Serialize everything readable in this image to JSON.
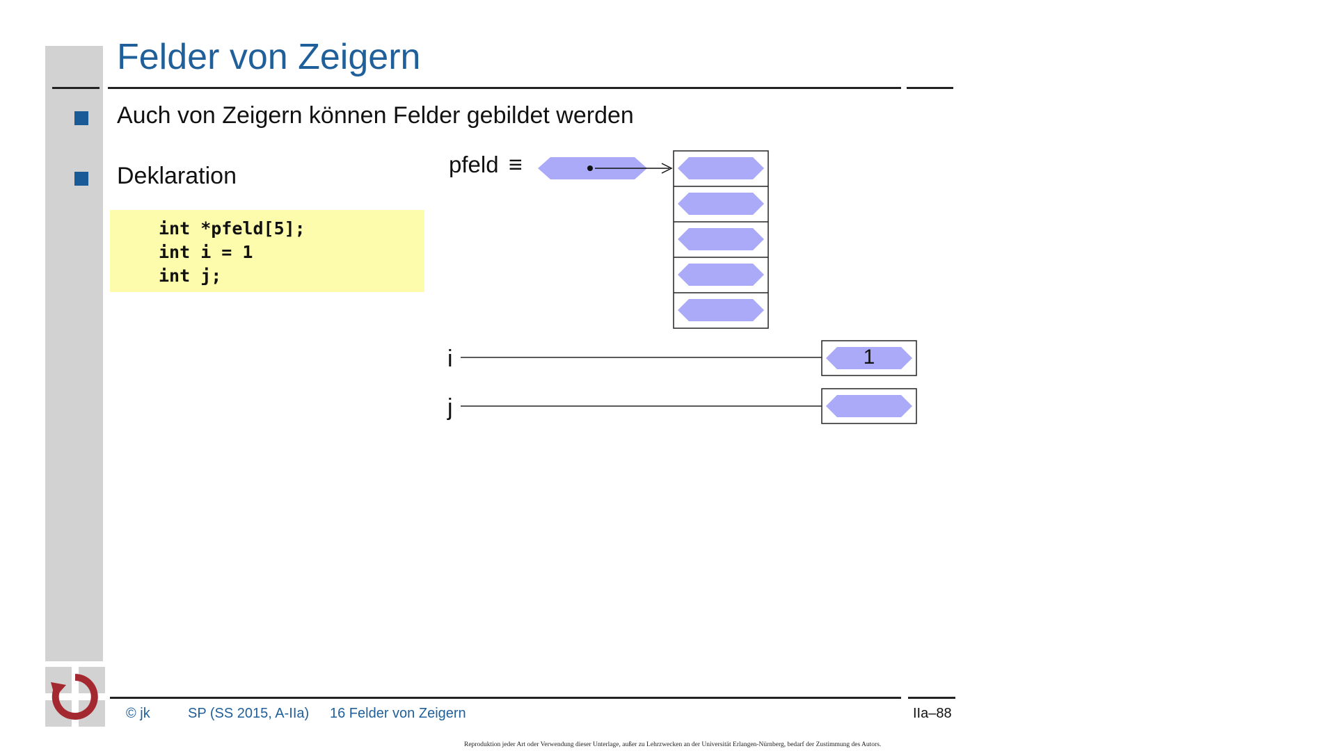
{
  "slide": {
    "title": "Felder von Zeigern",
    "bullets": [
      {
        "text": "Auch von Zeigern können Felder gebildet werden"
      },
      {
        "text": "Deklaration"
      }
    ],
    "code_lines": [
      "int *pfeld[5];",
      "int i = 1",
      "int j;"
    ]
  },
  "diagram": {
    "pfeld_label": "pfeld",
    "equiv_symbol": "≡",
    "array_cells": 5,
    "i_label": "i",
    "i_value": "1",
    "j_label": "j",
    "cell_color": "#aaaaf8"
  },
  "footer": {
    "copyright": "© jk",
    "course": "SP (SS 2015, A-IIa)",
    "section": "16 Felder von Zeigern",
    "page": "IIa–88"
  },
  "disclaimer": "Reproduktion jeder Art oder Verwendung dieser Unterlage, außer zu Lehrzwecken an der Universität Erlangen-Nürnberg, bedarf der Zustimmung des Autors.",
  "colors": {
    "title": "#1f5f9a",
    "bullet": "#1a5a97",
    "code_background": "#fdfcac",
    "sidebar": "#d2d2d2",
    "logo": "#a3282f"
  }
}
